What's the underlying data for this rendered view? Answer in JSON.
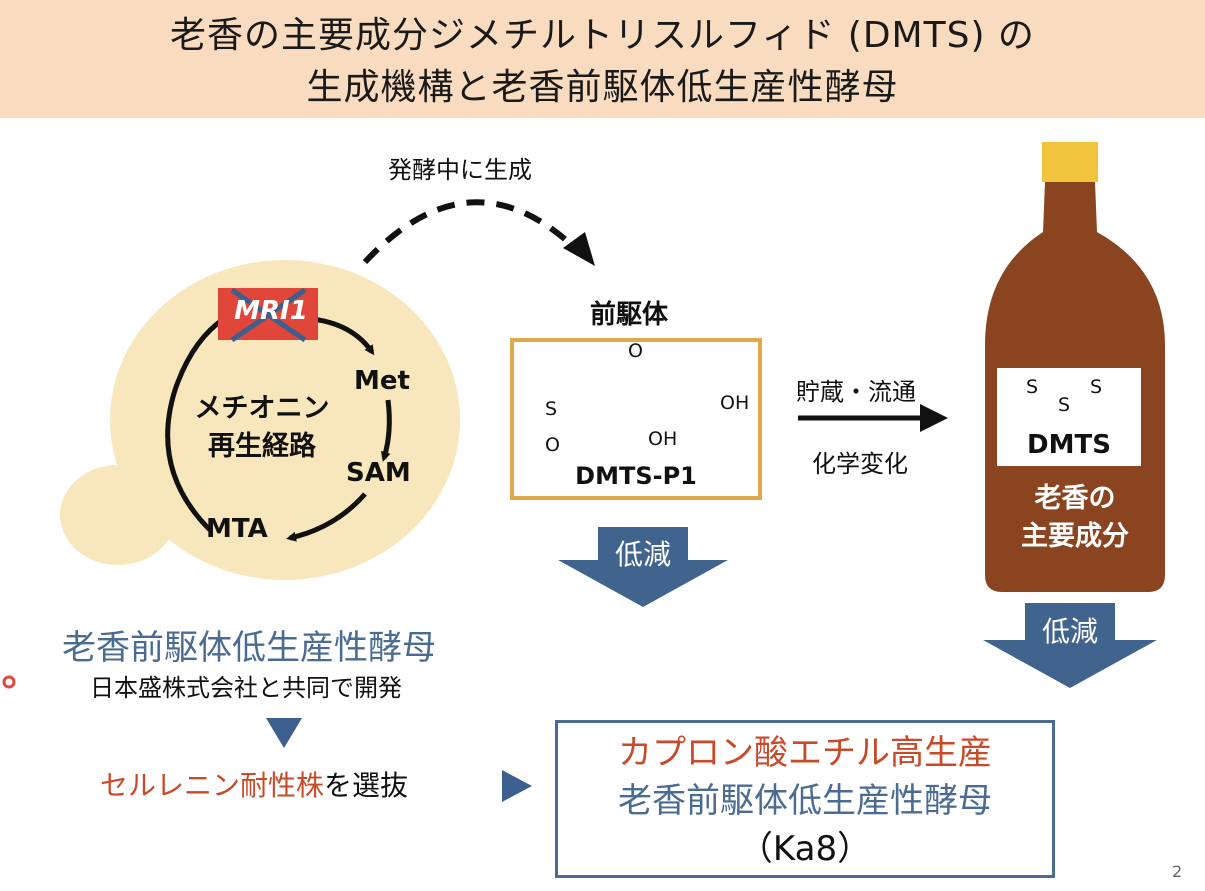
{
  "title": {
    "line1": "老香の主要成分ジメチルトリスルフィド (DMTS) の",
    "line2": "生成機構と老香前駆体低生産性酵母"
  },
  "yeast": {
    "gene": "MRI1",
    "pathway_line1": "メチオニン",
    "pathway_line2": "再生経路",
    "met": "Met",
    "sam": "SAM",
    "mta": "MTA"
  },
  "fermentation_label": "発酵中に生成",
  "precursor": {
    "heading": "前駆体",
    "name": "DMTS-P1",
    "atom_o_top": "O",
    "atom_s": "S",
    "atom_o_bottom": "O",
    "atom_oh_right": "OH",
    "atom_oh_bottom": "OH"
  },
  "storage": {
    "top": "貯蔵・流通",
    "bottom": "化学変化"
  },
  "bottle": {
    "formula_s1": "S",
    "formula_s2": "S",
    "formula_s3": "S",
    "name": "DMTS",
    "caption_line1": "老香の",
    "caption_line2": "主要成分"
  },
  "reduce_label_1": "低減",
  "reduce_label_2": "低減",
  "strain": {
    "title": "老香前駆体低生産性酵母",
    "subtitle": "日本盛株式会社と共同で開発"
  },
  "selection": {
    "red_part": "セルレニン耐性株",
    "black_part": "を選抜"
  },
  "result_box": {
    "line1": "カプロン酸エチル高生産",
    "line2": "老香前駆体低生産性酵母",
    "line3": "（Ka8）"
  },
  "page_number": "2",
  "colors": {
    "title_band": "#f9dcc0",
    "yeast_cell": "#f8e6bd",
    "gene_box": "#e0473a",
    "precursor_border": "#e0aa4c",
    "bottle_body": "#8a4420",
    "bottle_cap": "#f2c33d",
    "reduce_arrow": "#41648f",
    "red_text": "#c94a2a",
    "blue_text": "#4a6b92"
  }
}
